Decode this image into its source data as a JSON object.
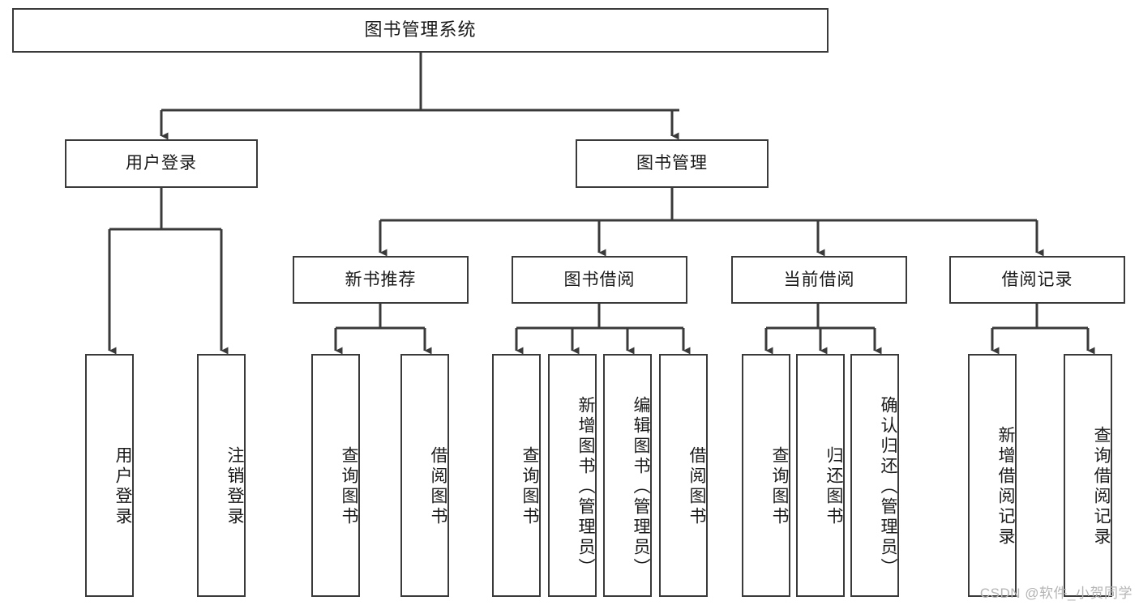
{
  "diagram": {
    "type": "tree-hierarchy-diagram",
    "title": "图书管理系统",
    "root": {
      "label": "图书管理系统"
    },
    "level2": [
      {
        "label": "用户登录"
      },
      {
        "label": "图书管理"
      }
    ],
    "level3": [
      {
        "label": "新书推荐"
      },
      {
        "label": "图书借阅"
      },
      {
        "label": "当前借阅"
      },
      {
        "label": "借阅记录"
      }
    ],
    "leaves": {
      "user_login": [
        {
          "label": "用户登录"
        },
        {
          "label": "注销登录"
        }
      ],
      "new_book_recommend": [
        {
          "label": "查询图书"
        },
        {
          "label": "借阅图书"
        }
      ],
      "book_borrow": [
        {
          "label": "查询图书"
        },
        {
          "label": "新增图书（管理员）"
        },
        {
          "label": "编辑图书（管理员）"
        },
        {
          "label": "借阅图书"
        }
      ],
      "current_borrow": [
        {
          "label": "查询图书"
        },
        {
          "label": "归还图书"
        },
        {
          "label": "确认归还（管理员）"
        }
      ],
      "borrow_record": [
        {
          "label": "新增借阅记录"
        },
        {
          "label": "查询借阅记录"
        }
      ]
    }
  },
  "watermark": {
    "text": "CSDN @软件_小贺同学"
  },
  "colors": {
    "stroke": "#3a3a3a",
    "fill": "#ffffff",
    "text": "#1a1a1a",
    "watermark": "#b4b4b4"
  }
}
